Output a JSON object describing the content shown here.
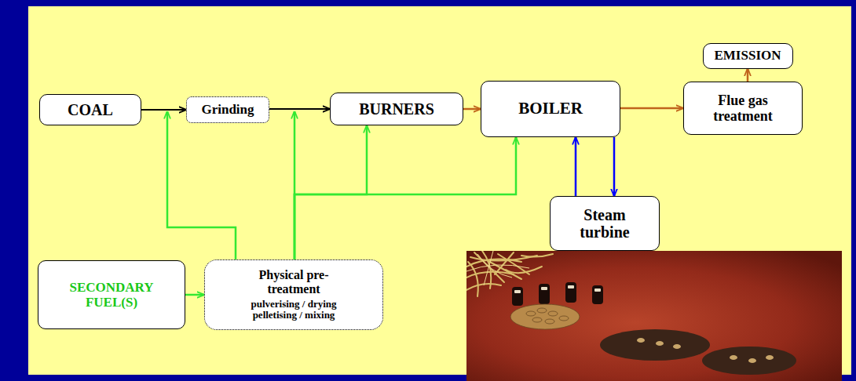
{
  "diagram": {
    "nodes": [
      {
        "text": [
          "COAL"
        ]
      },
      {
        "text": [
          "Grinding"
        ]
      },
      {
        "text": [
          "BURNERS"
        ]
      },
      {
        "text": [
          "BOILER"
        ]
      },
      {
        "text": [
          "Flue gas treatment"
        ]
      },
      {
        "text": [
          "EMISSION"
        ]
      },
      {
        "text": [
          "Steam turbine"
        ]
      },
      {
        "text": [
          "SECONDARY FUEL(S)"
        ]
      },
      {
        "text": [
          "Physical pre-treatment",
          "pulverising / drying pelletising / mixing"
        ]
      }
    ],
    "edges": [
      {
        "from": 0,
        "to": 1,
        "arrow": "to"
      },
      {
        "from": 1,
        "to": 2,
        "arrow": "to"
      },
      {
        "from": 2,
        "to": 3,
        "arrow": "to"
      },
      {
        "from": 3,
        "to": 4,
        "arrow": "to"
      },
      {
        "from": 4,
        "to": 5,
        "arrow": "to"
      },
      {
        "from": 6,
        "to": 3,
        "arrow": "to"
      },
      {
        "from": 3,
        "to": 6,
        "arrow": "to"
      },
      {
        "from": 7,
        "to": 8,
        "arrow": "to"
      },
      {
        "from": 8,
        "to": 1,
        "arrow": "to"
      },
      {
        "from": 8,
        "to": 2,
        "arrow": "to"
      },
      {
        "from": 8,
        "to": 2,
        "arrow": "to"
      },
      {
        "from": 8,
        "to": 3,
        "arrow": "to"
      }
    ]
  }
}
